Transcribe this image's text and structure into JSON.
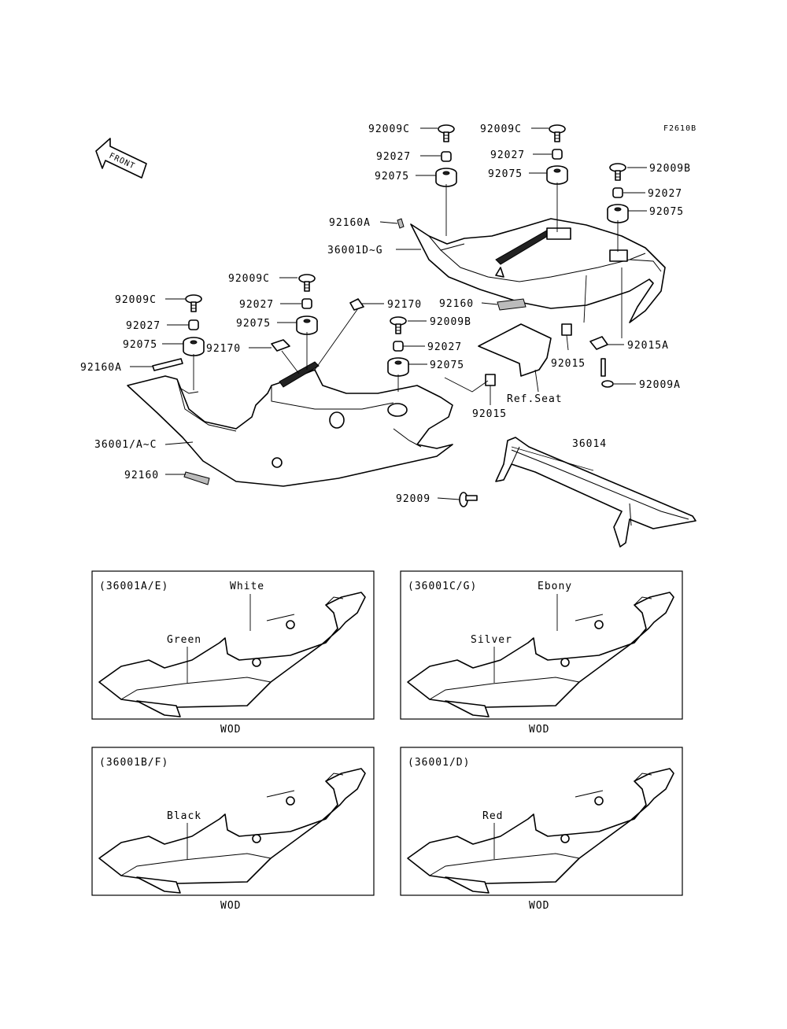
{
  "figure_code": "F2610B",
  "front_arrow_text": "FRONT",
  "callouts": {
    "c1": "92009C",
    "c2": "92027",
    "c3": "92075",
    "c4": "92009C",
    "c5": "92027",
    "c6": "92075",
    "c7": "92009B",
    "c8": "92027",
    "c9": "92075",
    "c10": "92160A",
    "c11": "36001D~G",
    "c12": "92160",
    "c13": "92009C",
    "c14": "92027",
    "c15": "92075",
    "c16": "92170",
    "c17": "92009C",
    "c18": "92027",
    "c19": "92075",
    "c20": "92170",
    "c21": "92160A",
    "c22": "92009B",
    "c23": "92027",
    "c24": "92075",
    "c25": "92015",
    "c26": "92015A",
    "c27": "92009A",
    "c28": "Ref.Seat",
    "c29": "92015",
    "c30": "36001/A~C",
    "c31": "92160",
    "c32": "36014",
    "c33": "92009"
  },
  "variants": [
    {
      "code": "(36001A/E)",
      "colors": [
        "White",
        "Green"
      ],
      "footer": "WOD"
    },
    {
      "code": "(36001C/G)",
      "colors": [
        "Ebony",
        "Silver"
      ],
      "footer": "WOD"
    },
    {
      "code": "(36001B/F)",
      "colors": [
        "Black"
      ],
      "footer": "WOD"
    },
    {
      "code": "(36001/D)",
      "colors": [
        "Red"
      ],
      "footer": "WOD"
    }
  ]
}
